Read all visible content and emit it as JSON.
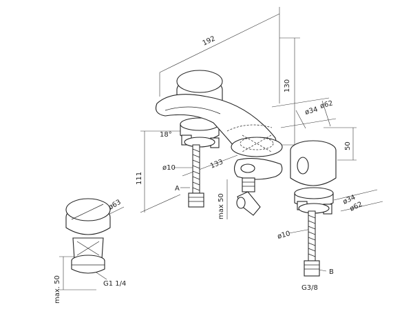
{
  "dimensions": {
    "width_total": "192",
    "height_spout": "130",
    "height_total": "111",
    "spout_reach": "133",
    "body_max": "max 50",
    "handle_height": "50",
    "handle_angle": "18°",
    "dia_62_top": "ø62",
    "dia_34_top": "ø34",
    "dia_10_left": "ø10",
    "dia_34_right": "ø34",
    "dia_62_right": "ø62",
    "dia_10_right": "ø10",
    "dia_63_waste": "ø63",
    "waste_max": "max. 50",
    "waste_thread": "G1 1/4",
    "conn_thread": "G3/8"
  },
  "labels": {
    "point_a": "A",
    "point_b": "B"
  }
}
